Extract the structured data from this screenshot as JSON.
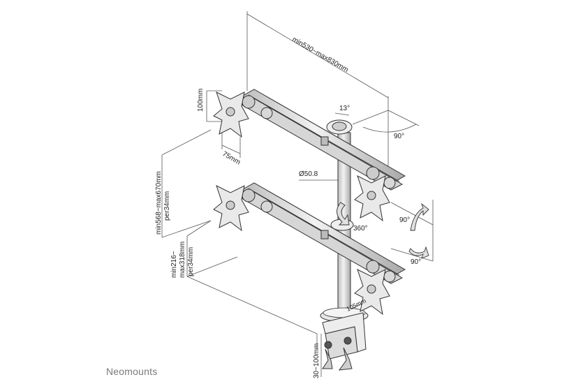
{
  "brand": {
    "name": "Neomounts"
  },
  "dimensions": {
    "arm_span": "min530~max830mm",
    "vesa_vertical": "100mm",
    "vesa_horizontal": "75mm",
    "tilt_angle": "13°",
    "rotate_top": "90°",
    "pole_diameter": "Ø50.8",
    "pole_rotation": "360°",
    "rotate_side_upper": "90°",
    "rotate_side_lower": "90°",
    "height_range_line1": "min568~max670mm",
    "height_range_line2": "per34mm",
    "lower_range_line1": "min216~",
    "lower_range_line2": "max318mm",
    "lower_range_line3": "per34mm",
    "clamp_offset": "105mm",
    "desk_thickness": "30~100mm"
  },
  "colors": {
    "line": "#333333",
    "metal": "#d9d9d9",
    "metal_dark": "#9a9a9a",
    "brand": "#7a7a7a"
  }
}
